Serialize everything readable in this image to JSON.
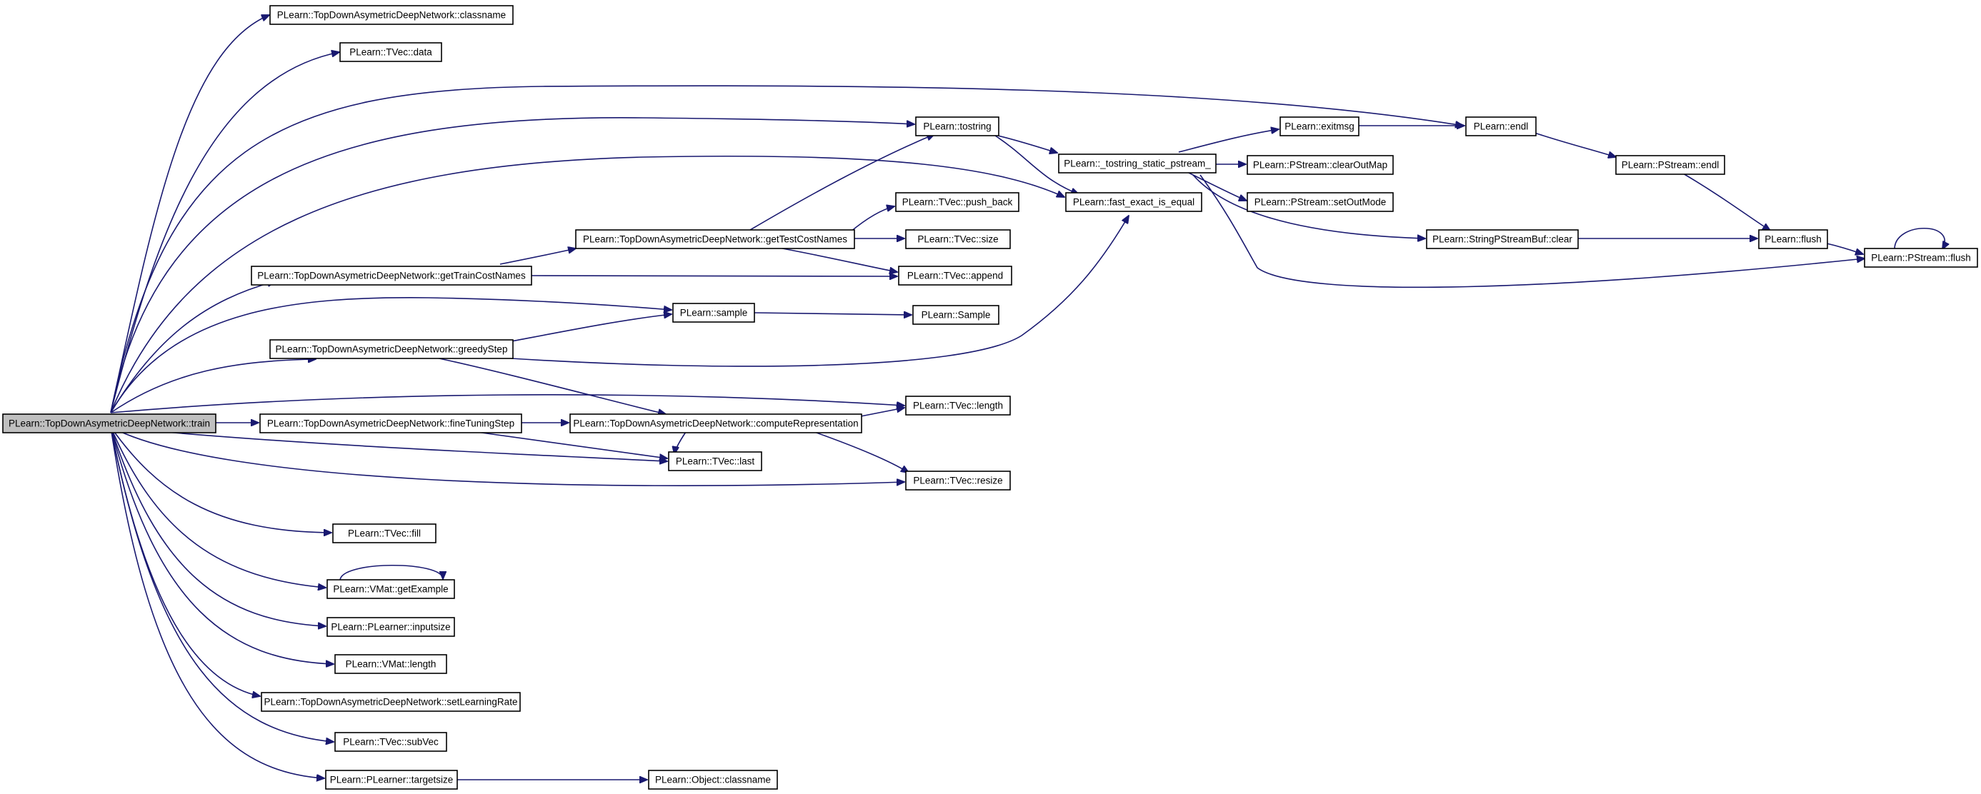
{
  "nodes": {
    "train": "PLearn::TopDownAsymetricDeepNetwork::train",
    "classname": "PLearn::TopDownAsymetricDeepNetwork::classname",
    "tvec_data": "PLearn::TVec::data",
    "tostring": "PLearn::tostring",
    "tostring_static": "PLearn::_tostring_static_pstream_",
    "exitmsg": "PLearn::exitmsg",
    "endl": "PLearn::endl",
    "pstream_endl": "PLearn::PStream::endl",
    "clearoutmap": "PLearn::PStream::clearOutMap",
    "setoutmode": "PLearn::PStream::setOutMode",
    "fast_exact": "PLearn::fast_exact_is_equal",
    "push_back": "PLearn::TVec::push_back",
    "gettestcost": "PLearn::TopDownAsymetricDeepNetwork::getTestCostNames",
    "tvec_size": "PLearn::TVec::size",
    "sbuf_clear": "PLearn::StringPStreamBuf::clear",
    "flush": "PLearn::flush",
    "pstream_flush": "PLearn::PStream::flush",
    "gettraincost": "PLearn::TopDownAsymetricDeepNetwork::getTrainCostNames",
    "tvec_append": "PLearn::TVec::append",
    "sample": "PLearn::sample",
    "Sample": "PLearn::Sample",
    "greedystep": "PLearn::TopDownAsymetricDeepNetwork::greedyStep",
    "tvec_length": "PLearn::TVec::length",
    "finetuning": "PLearn::TopDownAsymetricDeepNetwork::fineTuningStep",
    "computerep": "PLearn::TopDownAsymetricDeepNetwork::computeRepresentation",
    "tvec_last": "PLearn::TVec::last",
    "tvec_resize": "PLearn::TVec::resize",
    "tvec_fill": "PLearn::TVec::fill",
    "getexample": "PLearn::VMat::getExample",
    "inputsize": "PLearn::PLearner::inputsize",
    "vmat_length": "PLearn::VMat::length",
    "setlr": "PLearn::TopDownAsymetricDeepNetwork::setLearningRate",
    "subvec": "PLearn::TVec::subVec",
    "targetsize": "PLearn::PLearner::targetsize",
    "object_classname": "PLearn::Object::classname"
  },
  "colors": {
    "edge": "#191970",
    "root_fill": "#bfbfbf",
    "node_fill": "#ffffff",
    "border": "#000000"
  }
}
